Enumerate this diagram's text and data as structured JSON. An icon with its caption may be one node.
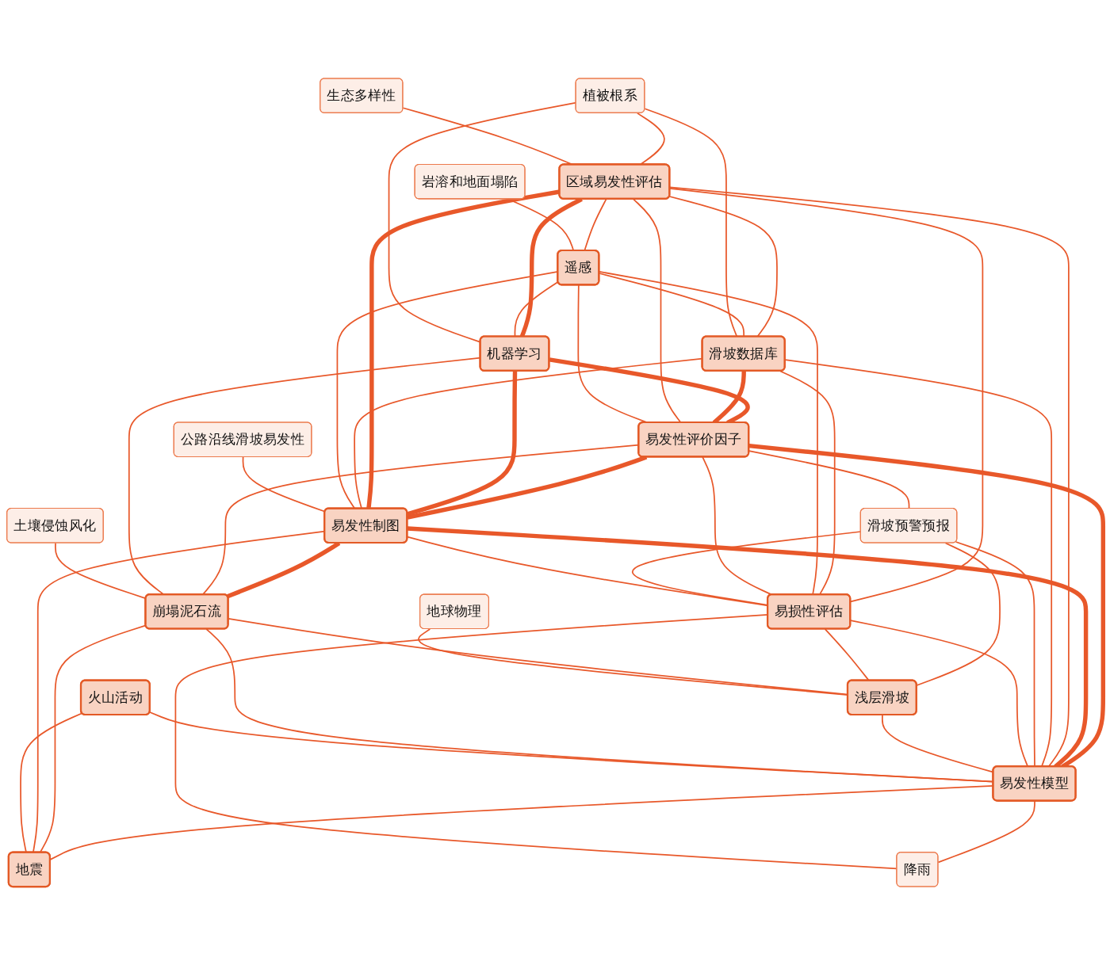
{
  "diagram": {
    "nodes": [
      {
        "text": [
          "生态多样性"
        ]
      },
      {
        "text": [
          "区域易发性评估"
        ]
      },
      {
        "text": [
          "植被根系"
        ]
      },
      {
        "text": [
          "公路沿线滑坡易发性"
        ]
      },
      {
        "text": [
          "滑坡数据库"
        ]
      },
      {
        "text": [
          "遥感"
        ]
      },
      {
        "text": [
          "机器学习"
        ]
      },
      {
        "text": [
          "岩溶和地面塌陷"
        ]
      },
      {
        "text": [
          "易发性评价因子"
        ]
      },
      {
        "text": [
          "易发性制图"
        ]
      },
      {
        "text": [
          "滑坡预警预报"
        ]
      },
      {
        "text": [
          "崩塌泥石流"
        ]
      },
      {
        "text": [
          "易损性评估"
        ]
      },
      {
        "text": [
          "土壤侵蚀风化"
        ]
      },
      {
        "text": [
          "易发性模型"
        ]
      },
      {
        "text": [
          "浅层滑坡"
        ]
      },
      {
        "text": [
          "降雨"
        ]
      },
      {
        "text": [
          "火山活动"
        ]
      },
      {
        "text": [
          "地球物理"
        ]
      },
      {
        "text": [
          "地震"
        ]
      }
    ],
    "edges": [
      {
        "from": 6,
        "to": 8,
        "arrow": "none",
        "style": "thick"
      },
      {
        "from": 8,
        "to": 9,
        "arrow": "none",
        "style": "thick"
      },
      {
        "from": 8,
        "to": 14,
        "arrow": "none",
        "style": "thick"
      },
      {
        "from": 9,
        "to": 14,
        "arrow": "none",
        "style": "thick"
      },
      {
        "from": 6,
        "to": 9,
        "arrow": "none",
        "style": "thick"
      },
      {
        "from": 1,
        "to": 6,
        "arrow": "none",
        "style": "thick"
      },
      {
        "from": 4,
        "to": 8,
        "arrow": "none",
        "style": "thick"
      },
      {
        "from": 1,
        "to": 9,
        "arrow": "none",
        "style": "thick"
      },
      {
        "from": 9,
        "to": 11,
        "arrow": "none",
        "style": "thick"
      },
      {
        "from": 1,
        "to": 4,
        "arrow": "none"
      },
      {
        "from": 1,
        "to": 5,
        "arrow": "none"
      },
      {
        "from": 1,
        "to": 8,
        "arrow": "none"
      },
      {
        "from": 1,
        "to": 12,
        "arrow": "none"
      },
      {
        "from": 2,
        "to": 1,
        "arrow": "none"
      },
      {
        "from": 1,
        "to": 14,
        "arrow": "none"
      },
      {
        "from": 5,
        "to": 4,
        "arrow": "none"
      },
      {
        "from": 4,
        "to": 12,
        "arrow": "none"
      },
      {
        "from": 4,
        "to": 9,
        "arrow": "none"
      },
      {
        "from": 4,
        "to": 14,
        "arrow": "none"
      },
      {
        "from": 5,
        "to": 9,
        "arrow": "none"
      },
      {
        "from": 5,
        "to": 6,
        "arrow": "none"
      },
      {
        "from": 5,
        "to": 8,
        "arrow": "none"
      },
      {
        "from": 5,
        "to": 12,
        "arrow": "none"
      },
      {
        "from": 2,
        "to": 4,
        "arrow": "none"
      },
      {
        "from": 2,
        "to": 6,
        "arrow": "none"
      },
      {
        "from": 8,
        "to": 10,
        "arrow": "none"
      },
      {
        "from": 8,
        "to": 12,
        "arrow": "none"
      },
      {
        "from": 8,
        "to": 11,
        "arrow": "none"
      },
      {
        "from": 10,
        "to": 12,
        "arrow": "none"
      },
      {
        "from": 10,
        "to": 15,
        "arrow": "none"
      },
      {
        "from": 10,
        "to": 14,
        "arrow": "none"
      },
      {
        "from": 12,
        "to": 15,
        "arrow": "none"
      },
      {
        "from": 12,
        "to": 14,
        "arrow": "none"
      },
      {
        "from": 9,
        "to": 12,
        "arrow": "none"
      },
      {
        "from": 15,
        "to": 14,
        "arrow": "none"
      },
      {
        "from": 11,
        "to": 15,
        "arrow": "none"
      },
      {
        "from": 14,
        "to": 19,
        "arrow": "none"
      },
      {
        "from": 14,
        "to": 16,
        "arrow": "none"
      },
      {
        "from": 11,
        "to": 14,
        "arrow": "none"
      },
      {
        "from": 11,
        "to": 19,
        "arrow": "none"
      },
      {
        "from": 9,
        "to": 19,
        "arrow": "none"
      },
      {
        "from": 12,
        "to": 16,
        "arrow": "none"
      },
      {
        "from": 6,
        "to": 11,
        "arrow": "none"
      },
      {
        "from": 17,
        "to": 14,
        "arrow": "none"
      },
      {
        "from": 0,
        "to": 1,
        "arrow": "none"
      },
      {
        "from": 3,
        "to": 9,
        "arrow": "none"
      },
      {
        "from": 13,
        "to": 11,
        "arrow": "none"
      },
      {
        "from": 7,
        "to": 5,
        "arrow": "none"
      },
      {
        "from": 18,
        "to": 15,
        "arrow": "none"
      },
      {
        "from": 17,
        "to": 19,
        "arrow": "none"
      }
    ]
  }
}
